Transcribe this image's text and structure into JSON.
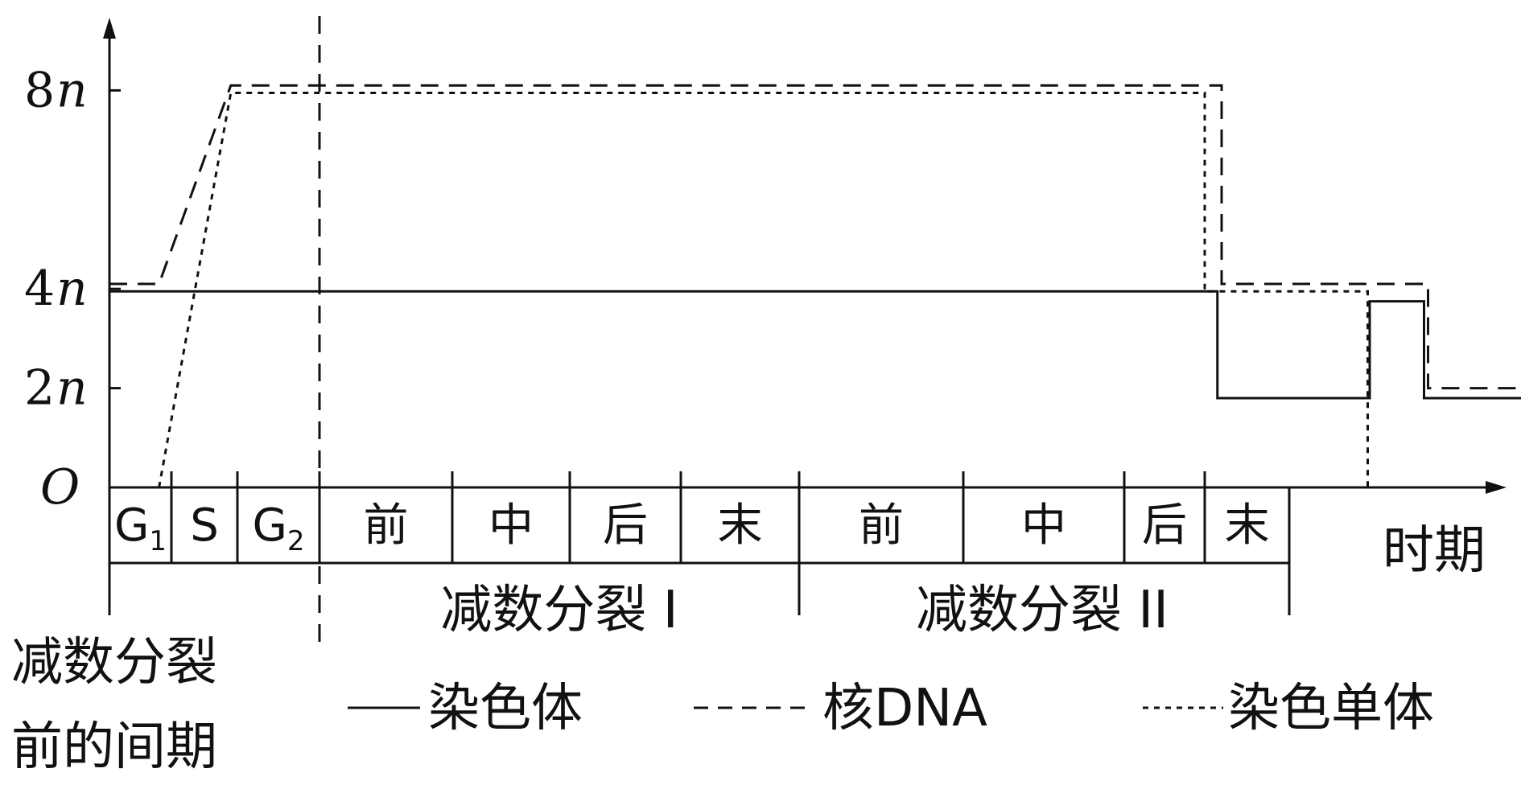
{
  "chart_data": {
    "type": "line",
    "xlabel": "时期",
    "origin_label": "O",
    "y_ticks": [
      {
        "value": 8,
        "num": "8",
        "var": "n"
      },
      {
        "value": 4,
        "num": "4",
        "var": "n"
      },
      {
        "value": 2,
        "num": "2",
        "var": "n"
      }
    ],
    "ylim": [
      0,
      9.5
    ],
    "stages": [
      {
        "id": "g1",
        "label": "G",
        "sub": "1"
      },
      {
        "id": "s",
        "label": "S"
      },
      {
        "id": "g2",
        "label": "G",
        "sub": "2"
      },
      {
        "id": "m1-pro",
        "label": "前"
      },
      {
        "id": "m1-meta",
        "label": "中"
      },
      {
        "id": "m1-ana",
        "label": "后"
      },
      {
        "id": "m1-telo",
        "label": "末"
      },
      {
        "id": "m2-pro",
        "label": "前"
      },
      {
        "id": "m2-meta",
        "label": "中"
      },
      {
        "id": "m2-ana",
        "label": "后"
      },
      {
        "id": "m2-telo",
        "label": "末"
      }
    ],
    "phases": {
      "interphase": "减数分裂前的间期",
      "interphase_line1": "减数分裂",
      "interphase_line2": "前的间期",
      "meiosis1": "减数分裂 I",
      "meiosis2": "减数分裂 II"
    },
    "series": [
      {
        "name": "染色体",
        "style": "solid",
        "points": [
          [
            0,
            3.95
          ],
          [
            10.15,
            3.95
          ],
          [
            10.15,
            1.8
          ],
          [
            13.0,
            1.8
          ],
          [
            13.0,
            3.75
          ],
          [
            14.35,
            3.75
          ],
          [
            14.35,
            1.8
          ],
          [
            17.0,
            1.8
          ]
        ]
      },
      {
        "name": "核DNA",
        "style": "dashed",
        "points": [
          [
            0,
            4.1
          ],
          [
            0.8,
            4.1
          ],
          [
            1.9,
            8.1
          ],
          [
            10.2,
            8.1
          ],
          [
            10.2,
            4.1
          ],
          [
            14.45,
            4.1
          ],
          [
            14.45,
            2.0
          ],
          [
            17.0,
            2.0
          ]
        ]
      },
      {
        "name": "染色单体",
        "style": "dotted",
        "points": [
          [
            0.8,
            0
          ],
          [
            1.9,
            7.95
          ],
          [
            10.0,
            7.95
          ],
          [
            10.0,
            3.95
          ],
          [
            12.95,
            3.95
          ],
          [
            12.95,
            0
          ]
        ]
      }
    ]
  }
}
